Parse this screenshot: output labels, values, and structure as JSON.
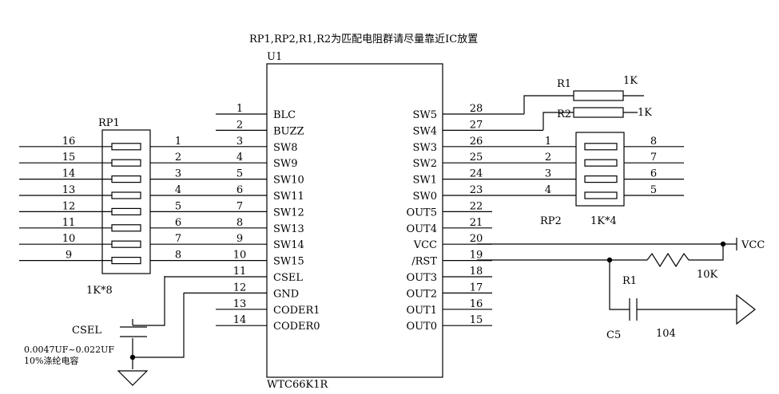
{
  "note": "RP1,RP2,R1,R2为匹配电阻群请尽量靠近IC放置",
  "ic": {
    "ref": "U1",
    "part": "WTC66K1R",
    "left_pins": [
      {
        "num": "1",
        "name": "BLC"
      },
      {
        "num": "2",
        "name": "BUZZ"
      },
      {
        "num": "3",
        "name": "SW8"
      },
      {
        "num": "4",
        "name": "SW9"
      },
      {
        "num": "5",
        "name": "SW10"
      },
      {
        "num": "6",
        "name": "SW11"
      },
      {
        "num": "7",
        "name": "SW12"
      },
      {
        "num": "8",
        "name": "SW13"
      },
      {
        "num": "9",
        "name": "SW14"
      },
      {
        "num": "10",
        "name": "SW15"
      },
      {
        "num": "11",
        "name": "CSEL"
      },
      {
        "num": "12",
        "name": "GND"
      },
      {
        "num": "13",
        "name": "CODER1"
      },
      {
        "num": "14",
        "name": "CODER0"
      }
    ],
    "right_pins": [
      {
        "num": "28",
        "name": "SW5"
      },
      {
        "num": "27",
        "name": "SW4"
      },
      {
        "num": "26",
        "name": "SW3"
      },
      {
        "num": "25",
        "name": "SW2"
      },
      {
        "num": "24",
        "name": "SW1"
      },
      {
        "num": "23",
        "name": "SW0"
      },
      {
        "num": "22",
        "name": "OUT5"
      },
      {
        "num": "21",
        "name": "OUT4"
      },
      {
        "num": "20",
        "name": "VCC"
      },
      {
        "num": "19",
        "name": "/RST"
      },
      {
        "num": "18",
        "name": "OUT3"
      },
      {
        "num": "17",
        "name": "OUT2"
      },
      {
        "num": "16",
        "name": "OUT1"
      },
      {
        "num": "15",
        "name": "OUT0"
      }
    ]
  },
  "rp1": {
    "ref": "RP1",
    "value": "1K*8",
    "left_nums": [
      "16",
      "15",
      "14",
      "13",
      "12",
      "11",
      "10",
      "9"
    ],
    "right_nums": [
      "1",
      "2",
      "3",
      "4",
      "5",
      "6",
      "7",
      "8"
    ]
  },
  "rp2": {
    "ref": "RP2",
    "value": "1K*4",
    "left_nums": [
      "1",
      "2",
      "3",
      "4"
    ],
    "right_nums": [
      "8",
      "7",
      "6",
      "5"
    ]
  },
  "r1_top": {
    "ref": "R1",
    "value": "1K"
  },
  "r2_top": {
    "ref": "R2",
    "value": "1K"
  },
  "r1_rst": {
    "ref": "R1",
    "value": "10K"
  },
  "c5": {
    "ref": "C5",
    "value": "104"
  },
  "vcc_label": "VCC",
  "csel_cap": {
    "ref": "CSEL",
    "value": "0.0047UF~0.022UF",
    "desc": "10%涤纶电容"
  }
}
